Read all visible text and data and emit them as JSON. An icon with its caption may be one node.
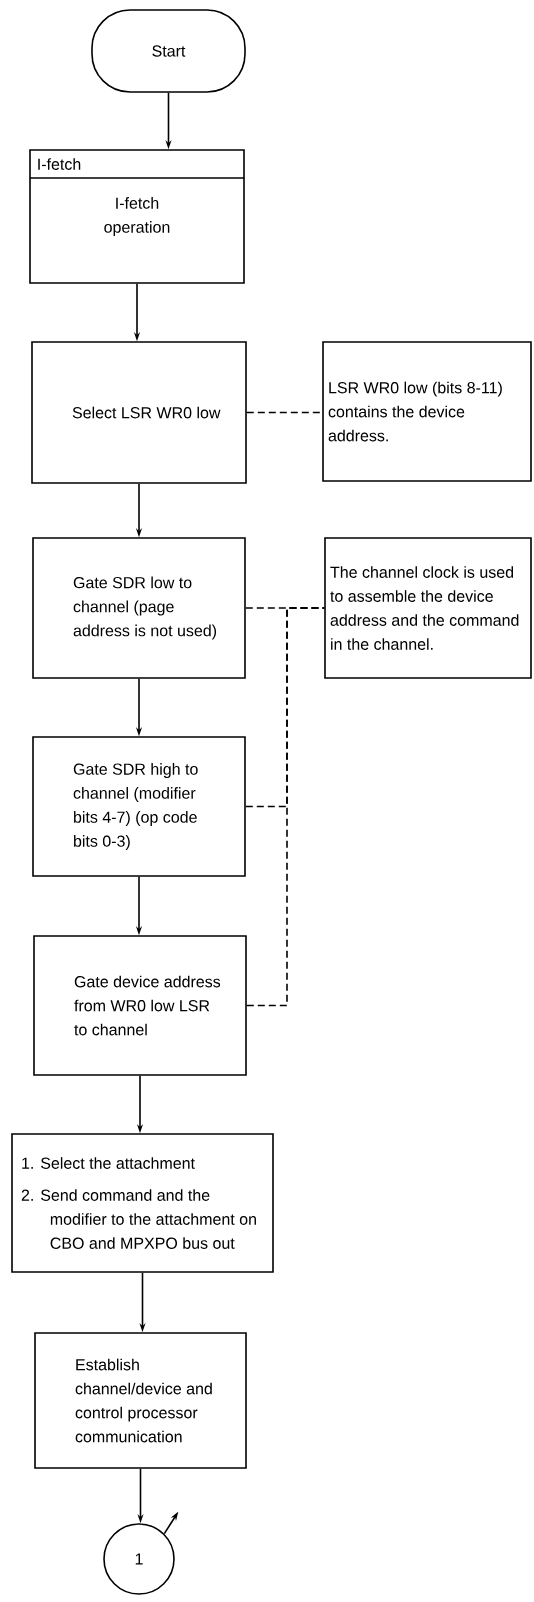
{
  "diagram": {
    "nodes": [
      {
        "text": [
          "Start"
        ]
      },
      {
        "text": [
          "I-fetch",
          "I-fetch operation"
        ]
      },
      {
        "text": [
          "Select LSR WR0 low"
        ]
      },
      {
        "text": [
          "LSR WR0 low (bits 8-11) contains the device address."
        ]
      },
      {
        "text": [
          "Gate SDR low to channel (page address is not used)"
        ]
      },
      {
        "text": [
          "The channel clock is used to assemble the device address and the command in the channel."
        ]
      },
      {
        "text": [
          "Gate SDR high to channel (modifier bits 4-7) (op code bits 0-3)"
        ]
      },
      {
        "text": [
          "Gate device address from WR0 low LSR to channel"
        ]
      },
      {
        "text": [
          "1. Select the attachment",
          "2. Send command and the modifier to the attachment on CBO and MPXPO bus out"
        ]
      },
      {
        "text": [
          "Establish channel/device and control processor communication"
        ]
      },
      {
        "text": [
          "1"
        ]
      }
    ],
    "edges": [
      {
        "from": 0,
        "to": 1,
        "arrow": "to"
      },
      {
        "from": 1,
        "to": 2,
        "arrow": "to"
      },
      {
        "from": 2,
        "to": 4,
        "arrow": "to"
      },
      {
        "from": 4,
        "to": 6,
        "arrow": "to"
      },
      {
        "from": 6,
        "to": 7,
        "arrow": "to"
      },
      {
        "from": 7,
        "to": 8,
        "arrow": "to"
      },
      {
        "from": 8,
        "to": 9,
        "arrow": "to"
      },
      {
        "from": 9,
        "to": 10,
        "arrow": "to"
      },
      {
        "from": 2,
        "to": 3,
        "arrow": "none",
        "style": "dashed"
      },
      {
        "from": 4,
        "to": 5,
        "arrow": "none",
        "style": "dashed"
      },
      {
        "from": 6,
        "to": 5,
        "arrow": "none",
        "style": "dashed"
      },
      {
        "from": 7,
        "to": 5,
        "arrow": "none",
        "style": "dashed"
      },
      {
        "from": 10,
        "to": null,
        "arrow": "to"
      }
    ]
  }
}
